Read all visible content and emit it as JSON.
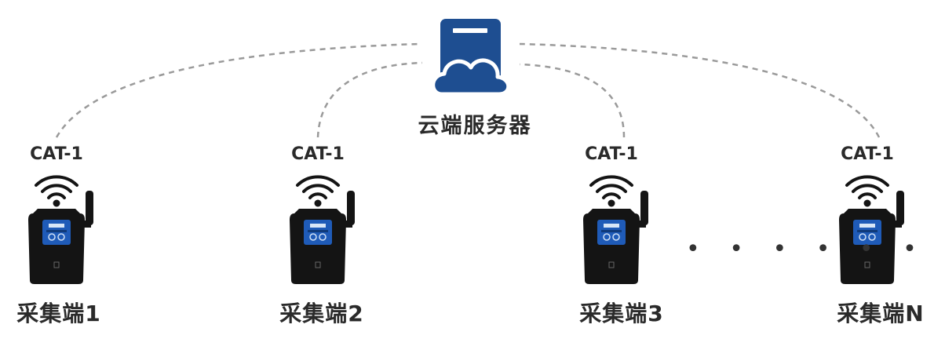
{
  "server": {
    "label": "云端服务器",
    "icon": "cloud-server-icon"
  },
  "devices": [
    {
      "label": "采集端1",
      "network": "CAT-1"
    },
    {
      "label": "采集端2",
      "network": "CAT-1"
    },
    {
      "label": "采集端3",
      "network": "CAT-1"
    },
    {
      "label": "采集端N",
      "network": "CAT-1"
    }
  ],
  "ellipsis": "• • • • • •",
  "colors": {
    "cloud": "#1e4e91",
    "connector": "#9a9a9a",
    "device": "#141414",
    "screen": "#1f5bb8",
    "text": "#2a2a2a"
  }
}
